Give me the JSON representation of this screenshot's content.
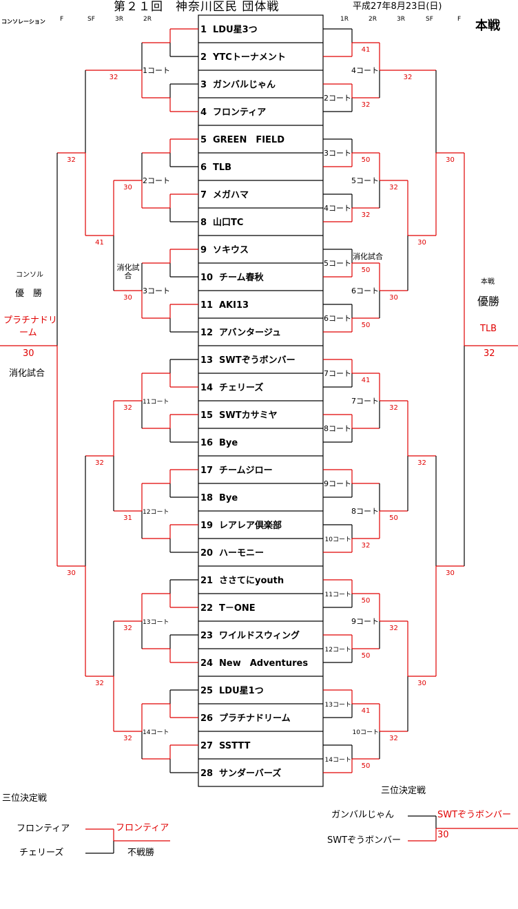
{
  "header": {
    "title": "第２１回　神奈川区民 団体戦",
    "date": "平成27年8月23日(日)",
    "consolation_label": "コンソレーション",
    "main_label": "本戦",
    "left_rounds": [
      "F",
      "SF",
      "3R",
      "2R"
    ],
    "right_rounds": [
      "1R",
      "2R",
      "3R",
      "SF",
      "F"
    ]
  },
  "teams": [
    {
      "no": "1",
      "name": "LDU星3つ"
    },
    {
      "no": "2",
      "name": "YTCトーナメント"
    },
    {
      "no": "3",
      "name": "ガンバルじゃん"
    },
    {
      "no": "4",
      "name": "フロンティア"
    },
    {
      "no": "5",
      "name": "GREEN　FIELD"
    },
    {
      "no": "6",
      "name": "TLB"
    },
    {
      "no": "7",
      "name": "メガハマ"
    },
    {
      "no": "8",
      "name": "山口TC"
    },
    {
      "no": "9",
      "name": "ソキウス"
    },
    {
      "no": "10",
      "name": "チーム春秋"
    },
    {
      "no": "11",
      "name": "AKI13"
    },
    {
      "no": "12",
      "name": "アバンタージュ"
    },
    {
      "no": "13",
      "name": "SWTぞうボンバー"
    },
    {
      "no": "14",
      "name": "チェリーズ"
    },
    {
      "no": "15",
      "name": "SWTカサミヤ"
    },
    {
      "no": "16",
      "name": "Bye"
    },
    {
      "no": "17",
      "name": "チームジロー"
    },
    {
      "no": "18",
      "name": "Bye"
    },
    {
      "no": "19",
      "name": "レアレア倶楽部"
    },
    {
      "no": "20",
      "name": "ハーモニー"
    },
    {
      "no": "21",
      "name": "ささてにyouth"
    },
    {
      "no": "22",
      "name": "T－ONE"
    },
    {
      "no": "23",
      "name": "ワイルドスウィング"
    },
    {
      "no": "24",
      "name": "New　Adventures"
    },
    {
      "no": "25",
      "name": "LDU星1つ"
    },
    {
      "no": "26",
      "name": "プラチナドリーム"
    },
    {
      "no": "27",
      "name": "SSTTT"
    },
    {
      "no": "28",
      "name": "サンダーバーズ"
    }
  ],
  "bracket": {
    "main": {
      "round": "F",
      "winner": "top",
      "score": "32",
      "children": [
        {
          "round": "SF",
          "winner": "bottom",
          "score": "30",
          "children": [
            {
              "round": "2R",
              "court": "4コート",
              "winner": "top",
              "score": "32",
              "children": [
                {
                  "round": "1R",
                  "court": "",
                  "winner": "bottom",
                  "score": "41",
                  "children": [
                    1,
                    2
                  ]
                },
                {
                  "round": "1R",
                  "court": "2コート",
                  "winner": "top",
                  "score": "32",
                  "children": [
                    3,
                    4
                  ]
                }
              ]
            },
            {
              "round": "3R",
              "winner": "top",
              "score": "30",
              "children": [
                {
                  "round": "2R",
                  "court": "5コート",
                  "winner": "top",
                  "score": "32",
                  "children": [
                    {
                      "round": "1R",
                      "court": "3コート",
                      "winner": "bottom",
                      "score": "50",
                      "children": [
                        5,
                        6
                      ]
                    },
                    {
                      "round": "1R",
                      "court": "4コート",
                      "winner": "bottom",
                      "score": "32",
                      "children": [
                        7,
                        8
                      ]
                    }
                  ]
                },
                {
                  "round": "2R",
                  "court": "6コート",
                  "note": "消化試合",
                  "winner": "top",
                  "score": "30",
                  "children": [
                    {
                      "round": "1R",
                      "court": "5コート",
                      "winner": "bottom",
                      "score": "50",
                      "children": [
                        9,
                        10
                      ]
                    },
                    {
                      "round": "1R",
                      "court": "6コート",
                      "winner": "bottom",
                      "score": "50",
                      "children": [
                        11,
                        12
                      ]
                    }
                  ]
                }
              ]
            }
          ]
        },
        {
          "round": "SF",
          "winner": "bottom",
          "score": "30",
          "children": [
            {
              "round": "3R",
              "winner": "top",
              "score": "32",
              "children": [
                {
                  "round": "2R",
                  "court": "7コート",
                  "winner": "top",
                  "score": "32",
                  "children": [
                    {
                      "round": "1R",
                      "court": "7コート",
                      "winner": "top",
                      "score": "41",
                      "children": [
                        13,
                        14
                      ]
                    },
                    {
                      "round": "1R",
                      "court": "8コート",
                      "winner": "top",
                      "score": "",
                      "children": [
                        15,
                        16
                      ]
                    }
                  ]
                },
                {
                  "round": "2R",
                  "court": "8コート",
                  "winner": "bottom",
                  "score": "50",
                  "children": [
                    {
                      "round": "1R",
                      "court": "9コート",
                      "winner": "top",
                      "score": "",
                      "children": [
                        17,
                        18
                      ]
                    },
                    {
                      "round": "1R",
                      "court": "10コート",
                      "winner": "bottom",
                      "score": "32",
                      "children": [
                        19,
                        20
                      ]
                    }
                  ]
                }
              ]
            },
            {
              "round": "3R",
              "winner": "top",
              "score": "30",
              "children": [
                {
                  "round": "2R",
                  "court": "9コート",
                  "winner": "top",
                  "score": "32",
                  "children": [
                    {
                      "round": "1R",
                      "court": "11コート",
                      "winner": "top",
                      "score": "50",
                      "children": [
                        21,
                        22
                      ]
                    },
                    {
                      "round": "1R",
                      "court": "12コート",
                      "winner": "top",
                      "score": "50",
                      "children": [
                        23,
                        24
                      ]
                    }
                  ]
                },
                {
                  "round": "2R",
                  "court": "10コート",
                  "winner": "top",
                  "score": "32",
                  "children": [
                    {
                      "round": "1R",
                      "court": "13コート",
                      "winner": "top",
                      "score": "41",
                      "children": [
                        25,
                        26
                      ]
                    },
                    {
                      "round": "1R",
                      "court": "14コート",
                      "winner": "bottom",
                      "score": "50",
                      "children": [
                        27,
                        28
                      ]
                    }
                  ]
                }
              ]
            }
          ]
        }
      ]
    },
    "consolation": {
      "round": "F",
      "winner": "bottom",
      "score": "30",
      "children": [
        {
          "round": "SF",
          "winner": "bottom",
          "score": "32",
          "children": [
            {
              "round": "2R",
              "court": "1コート",
              "winner": "bottom",
              "score": "32",
              "children": [
                {
                  "round": "1R",
                  "winner": "top",
                  "score": "",
                  "children": [
                    1,
                    2
                  ]
                },
                {
                  "round": "1R",
                  "winner": "bottom",
                  "score": "",
                  "children": [
                    3,
                    4
                  ]
                }
              ]
            },
            {
              "round": "3R",
              "winner": "top",
              "score": "41",
              "children": [
                {
                  "round": "2R",
                  "court": "2コート",
                  "winner": "bottom",
                  "score": "30",
                  "children": [
                    {
                      "round": "1R",
                      "winner": "top",
                      "score": "",
                      "children": [
                        5,
                        6
                      ]
                    },
                    {
                      "round": "1R",
                      "winner": "top",
                      "score": "",
                      "children": [
                        7,
                        8
                      ]
                    }
                  ]
                },
                {
                  "round": "2R",
                  "court": "3コート",
                  "note": "消化試合",
                  "winner": "bottom",
                  "score": "30",
                  "children": [
                    {
                      "round": "1R",
                      "winner": "top",
                      "score": "",
                      "children": [
                        9,
                        10
                      ]
                    },
                    {
                      "round": "1R",
                      "winner": "top",
                      "score": "",
                      "children": [
                        11,
                        12
                      ]
                    }
                  ]
                }
              ]
            }
          ]
        },
        {
          "round": "SF",
          "winner": "bottom",
          "score": "30",
          "children": [
            {
              "round": "3R",
              "winner": "top",
              "score": "32",
              "children": [
                {
                  "round": "2R",
                  "court": "11コート",
                  "winner": "top",
                  "score": "32",
                  "children": [
                    {
                      "round": "1R",
                      "winner": "bottom",
                      "score": "",
                      "children": [
                        13,
                        14
                      ]
                    },
                    {
                      "round": "1R",
                      "winner": "top",
                      "score": "",
                      "children": [
                        15,
                        16
                      ]
                    }
                  ]
                },
                {
                  "round": "2R",
                  "court": "12コート",
                  "winner": "top",
                  "score": "31",
                  "children": [
                    {
                      "round": "1R",
                      "winner": "top",
                      "score": "",
                      "children": [
                        17,
                        18
                      ]
                    },
                    {
                      "round": "1R",
                      "winner": "top",
                      "score": "",
                      "children": [
                        19,
                        20
                      ]
                    }
                  ]
                }
              ]
            },
            {
              "round": "3R",
              "winner": "bottom",
              "score": "32",
              "children": [
                {
                  "round": "2R",
                  "court": "13コート",
                  "winner": "top",
                  "score": "32",
                  "children": [
                    {
                      "round": "1R",
                      "winner": "bottom",
                      "score": "",
                      "children": [
                        21,
                        22
                      ]
                    },
                    {
                      "round": "1R",
                      "winner": "bottom",
                      "score": "",
                      "children": [
                        23,
                        24
                      ]
                    }
                  ]
                },
                {
                  "round": "2R",
                  "court": "14コート",
                  "winner": "top",
                  "score": "32",
                  "children": [
                    {
                      "round": "1R",
                      "winner": "bottom",
                      "score": "",
                      "children": [
                        25,
                        26
                      ]
                    },
                    {
                      "round": "1R",
                      "winner": "top",
                      "score": "",
                      "children": [
                        27,
                        28
                      ]
                    }
                  ]
                }
              ]
            }
          ]
        }
      ]
    }
  },
  "champions": {
    "main": {
      "label": "本戦",
      "title": "優勝",
      "team": "TLB"
    },
    "consolation": {
      "label": "コンソル",
      "title": "優　勝",
      "team_line1": "プラチナドリ",
      "team_line2": "ーム",
      "note": "消化試合"
    }
  },
  "third_place": {
    "left": {
      "title": "三位決定戦",
      "team_top": "フロンティア",
      "team_bottom": "チェリーズ",
      "winner": "フロンティア",
      "result": "不戦勝"
    },
    "right": {
      "title": "三位決定戦",
      "team_top": "ガンバルじゃん",
      "team_bottom": "SWTぞうボンバー",
      "winner": "SWTぞうボンバー",
      "score": "30"
    }
  },
  "colors": {
    "win": "#e00000",
    "line": "#000000"
  }
}
